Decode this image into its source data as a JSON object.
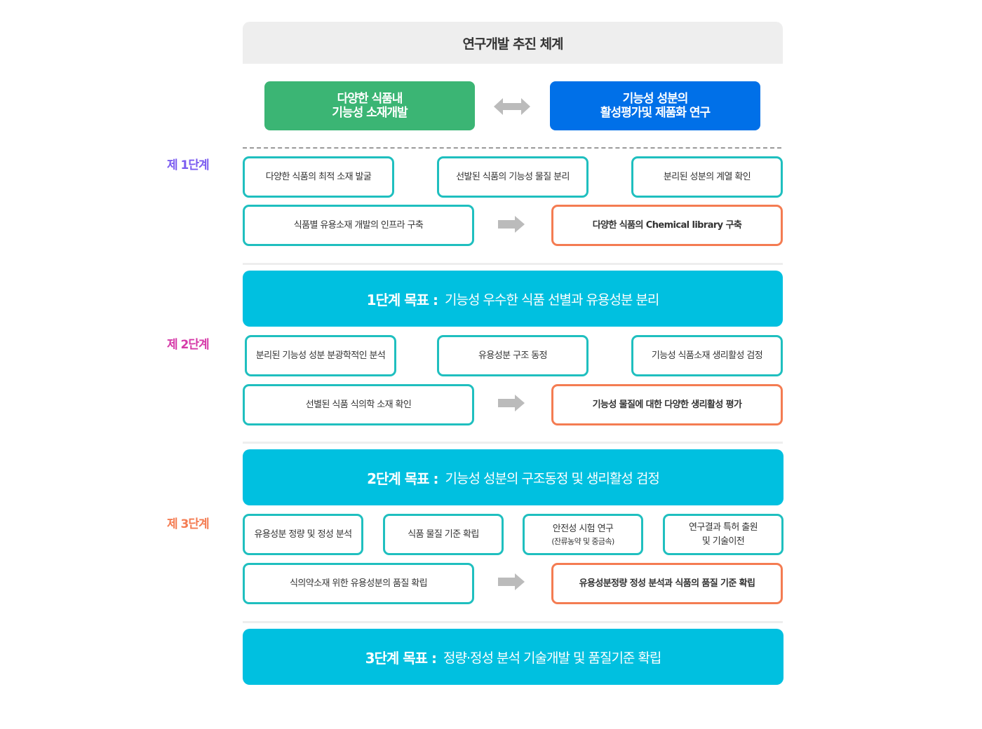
{
  "header": {
    "title": "연구개발 추진 체계"
  },
  "top": {
    "left": {
      "line1": "다양한 식품내",
      "line2": "기능성 소재개발"
    },
    "right": {
      "line1": "기능성 성분의",
      "line2": "활성평가및 제품화 연구"
    },
    "connector_icon": "double-arrow-icon"
  },
  "colors": {
    "green": "#3bb574",
    "blue": "#0070e8",
    "teal_border": "#1fbfbf",
    "orange_border": "#f47c52",
    "goal_bg": "#00c0e0",
    "stage1": "#7b5cf0",
    "stage2": "#d63aa8",
    "stage3": "#f47c52",
    "arrow": "#bbbbbb"
  },
  "stages": [
    {
      "label": "제 1단계",
      "row1": [
        "다양한 식품의 최적 소재 발굴",
        "선발된 식품의 기능성 물질 분리",
        "분리된 성분의 계열 확인"
      ],
      "input": "식품별 유용소재 개발의 인프라 구축",
      "result": "다양한 식품의 Chemical library 구축",
      "goal": {
        "title": "1단계 목표 :",
        "text": "기능성 우수한 식품 선별과 유용성분 분리"
      }
    },
    {
      "label": "제 2단계",
      "row1": [
        "분리된 기능성 성분 분광학적인 분석",
        "유용성분 구조 동정",
        "기능성 식품소재 생리활성 검정"
      ],
      "input": "선별된 식품 식의학 소재 확인",
      "result": "기능성 물질에 대한  다양한 생리활성 평가",
      "goal": {
        "title": "2단계 목표 :",
        "text": "기능성 성분의 구조동정 및 생리활성 검정"
      }
    },
    {
      "label": "제 3단계",
      "row1": [
        {
          "line1": "유용성분 정량 및 정성 분석"
        },
        {
          "line1": "식품 물질 기준 확립"
        },
        {
          "line1": "안전성 시험 연구",
          "line2": "(잔류농약 및 중금속)"
        },
        {
          "line1": "연구결과 특허 출원",
          "line2": "및 기술이전"
        }
      ],
      "input": "식의약소재 위한 유용성분의 품질 확립",
      "result": "유용성분정량 정성 분석과 식품의 품질 기준 확립",
      "goal": {
        "title": "3단계 목표 :",
        "text": "정량·정성 분석 기술개발 및 품질기준 확립"
      }
    }
  ]
}
